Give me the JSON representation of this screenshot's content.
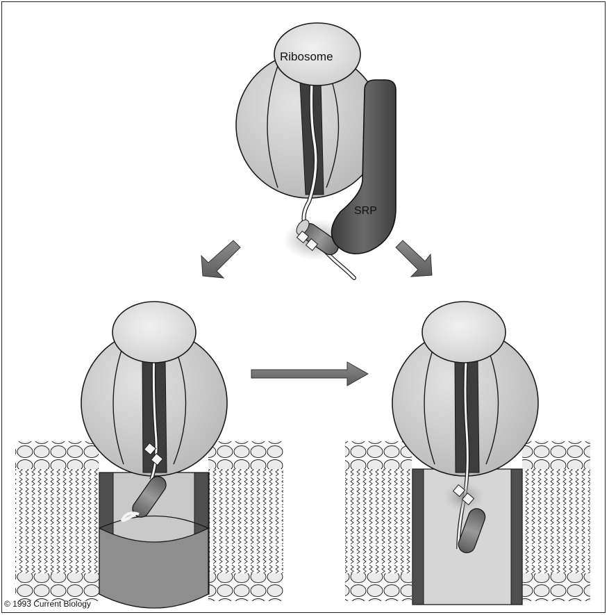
{
  "labels": {
    "ribosome": "Ribosome",
    "srp": "SRP",
    "copyright": "© 1993 Current Biology"
  },
  "colors": {
    "ribosome_fill": "#c9c9c9",
    "ribosome_light": "#e3e3e3",
    "srp_fill": "#5a5a5a",
    "channel_fill": "#7d7d7d",
    "arrow_fill": "#6f6f6f",
    "membrane_fill": "#dcdcdc",
    "outline": "#1a1a1a"
  },
  "icons": {
    "arrows": [
      "arrow-down-left-icon",
      "arrow-down-right-icon",
      "arrow-right-icon"
    ]
  }
}
